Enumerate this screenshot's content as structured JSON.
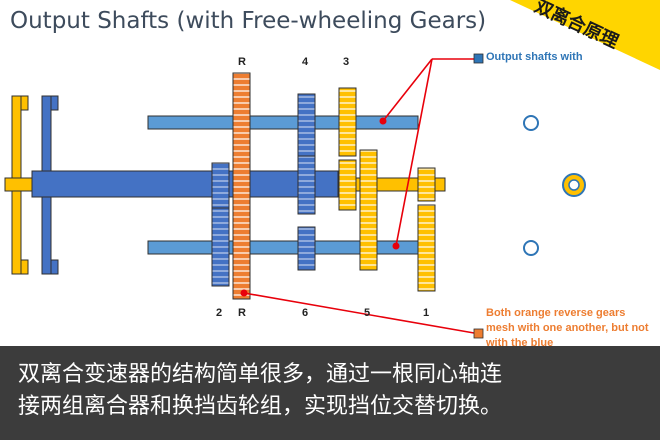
{
  "title": "Output Shafts (with Free-wheeling Gears)",
  "corner_badge": "双离合原理",
  "gear_labels_top": [
    "R",
    "4",
    "3"
  ],
  "gear_labels_bottom": [
    "2",
    "R",
    "6",
    "5",
    "1"
  ],
  "callout_top": "Output shafts with",
  "callout_bottom": "Both orange reverse gears mesh with one another, but not with the blue",
  "caption_line1": "双离合变速器的结构简单很多，通过一根同心轴连",
  "caption_line2": "接两组离合器和换挡齿轮组，实现挡位交替切换。",
  "colors": {
    "blue": "#4472c4",
    "light_blue": "#5b9bd5",
    "yellow": "#ffc000",
    "orange": "#ed7d31",
    "red": "#e8000b",
    "badge": "#ffd500"
  }
}
